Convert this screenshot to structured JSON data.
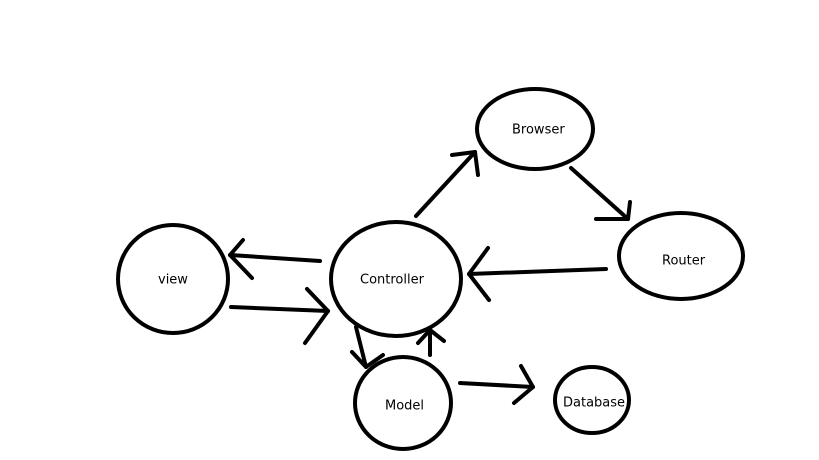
{
  "diagram": {
    "nodes": {
      "view": {
        "label": "view"
      },
      "controller": {
        "label": "Controller"
      },
      "browser": {
        "label": "Browser"
      },
      "router": {
        "label": "Router"
      },
      "model": {
        "label": "Model"
      },
      "database": {
        "label": "Database"
      }
    },
    "edges": [
      {
        "from": "controller",
        "to": "browser"
      },
      {
        "from": "browser",
        "to": "router"
      },
      {
        "from": "router",
        "to": "controller"
      },
      {
        "from": "controller",
        "to": "view"
      },
      {
        "from": "view",
        "to": "controller"
      },
      {
        "from": "controller",
        "to": "model"
      },
      {
        "from": "model",
        "to": "controller"
      },
      {
        "from": "model",
        "to": "database"
      }
    ]
  }
}
